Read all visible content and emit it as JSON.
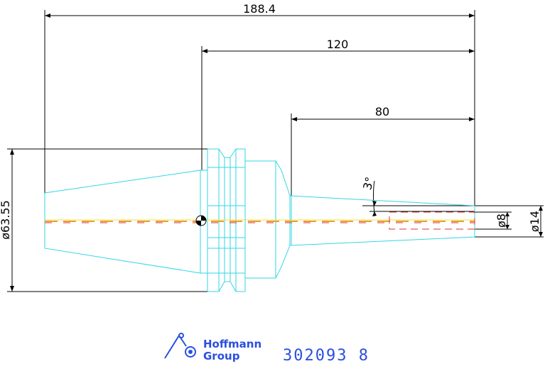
{
  "dimensions": {
    "total_length": "188.4",
    "length_mid": "120",
    "length_taper": "80",
    "taper_angle": "3°",
    "flange_diameter": "ø63.55",
    "bore_diameter": "ø8",
    "tip_diameter": "ø14"
  },
  "brand": {
    "line1": "Hoffmann",
    "line2": "Group"
  },
  "part_number": "302093  8",
  "colors": {
    "outline": "#33d6e6",
    "dimension": "#000000",
    "centerline_orange": "#e8a030",
    "centerline_red": "#e03030",
    "centerline_yellow": "#f0e040",
    "bore_red": "#e03030",
    "logo_blue": "#2a4fe0"
  }
}
